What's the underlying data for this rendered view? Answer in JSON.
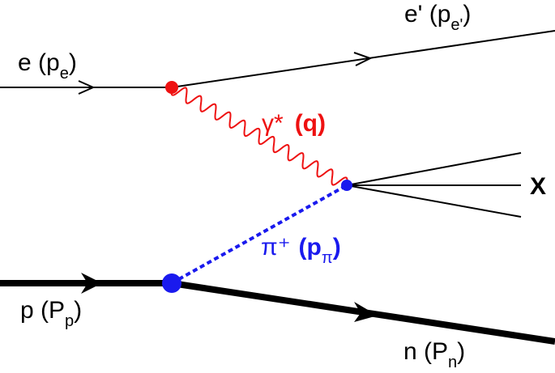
{
  "colors": {
    "electron": "#000000",
    "photon": "#ee1111",
    "pion": "#1a1aee",
    "proton": "#000000"
  },
  "labels": {
    "incoming_electron": {
      "main": "e (p",
      "sub": "e",
      "close": ")"
    },
    "scattered_electron": {
      "main": "e' (p",
      "sub": "e'",
      "close": ")"
    },
    "photon": {
      "symbol": "γ*",
      "momentum": "(q)"
    },
    "pion": {
      "symbol": "π⁺",
      "open": "(p",
      "sub": "π",
      "close": ")"
    },
    "final_state": "X",
    "proton": {
      "main": "p (P",
      "sub": "p",
      "close": ")"
    },
    "neutron": {
      "main": "n (P",
      "sub": "n",
      "close": ")"
    }
  }
}
